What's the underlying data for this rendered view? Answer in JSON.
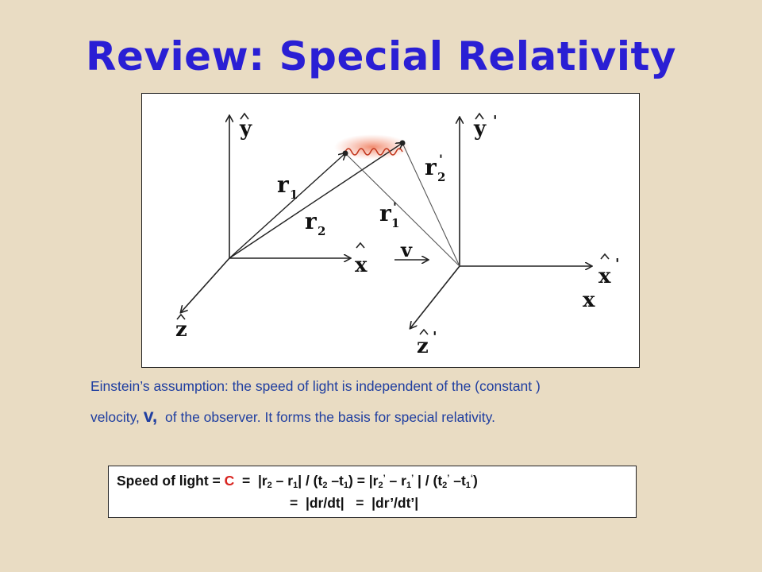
{
  "title": "Review: Special Relativity",
  "figure": {
    "labels": {
      "y": "y",
      "x": "x",
      "z": "z",
      "y_prime": "y",
      "x_prime": "x",
      "z_prime": "z",
      "x_lower": "x",
      "v": "v",
      "r1": "r",
      "r2": "r",
      "r1p": "r",
      "r2p": "r",
      "sub1": "1",
      "sub2": "2",
      "prime": "'"
    },
    "colors": {
      "wave": "#e03a1a",
      "glow": "#f4a08a",
      "line": "#222222"
    }
  },
  "description": {
    "line1": "Einstein’s assumption: the speed of light is independent of the (constant )",
    "line2_pre": "velocity,",
    "line2_v": "v,",
    "line2_post": "of the observer.  It forms the basis for special relativity."
  },
  "formula": {
    "line1": {
      "label": "Speed of light = ",
      "c": "C",
      "p1": "  =  |r",
      "s1": "2",
      "p2": " – r",
      "s2": "1",
      "p3": "| / (t",
      "s3": "2",
      "p4": " –t",
      "s4": "1",
      "p5": ") = |r",
      "s5": "2",
      "sup5": "’",
      "p6": " – r",
      "s6": "1",
      "sup6": "’",
      "p7": " | / (t",
      "s7": "2",
      "sup7": "’",
      "p8": " –t",
      "s8": "1",
      "sup8": "‘",
      "p9": ")"
    },
    "line2": "=  |dr/dt|   =  |dr’/dt’|"
  }
}
